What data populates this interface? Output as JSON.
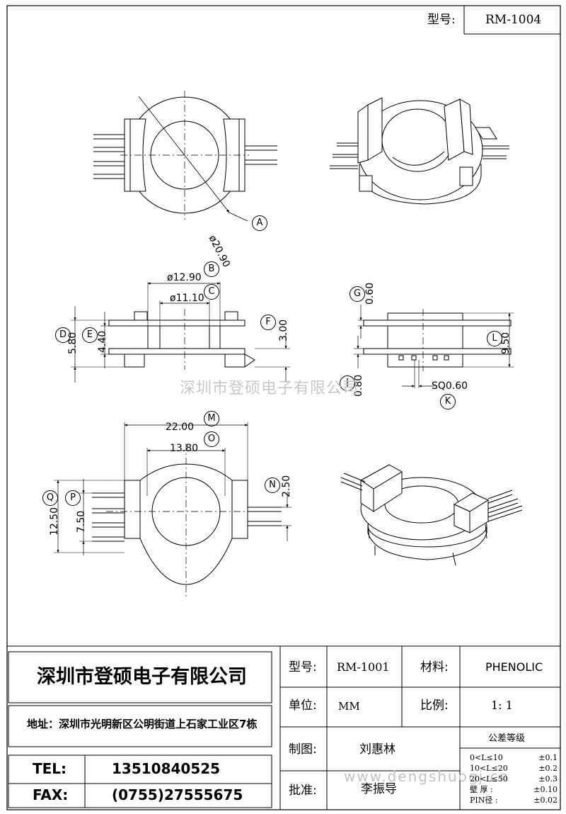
{
  "header": {
    "model_label": "型号:",
    "model_value": "RM-1004"
  },
  "dimensions": {
    "A": {
      "letter": "A",
      "value": "ø20.90"
    },
    "B": {
      "letter": "B",
      "value": "ø12.90"
    },
    "C": {
      "letter": "C",
      "value": "ø11.10"
    },
    "D": {
      "letter": "D",
      "value": "5.80"
    },
    "E": {
      "letter": "E",
      "value": "4.40"
    },
    "F": {
      "letter": "F",
      "value": "3.00"
    },
    "G": {
      "letter": "G",
      "value": "0.60"
    },
    "J": {
      "letter": "J",
      "value": "0.80"
    },
    "K": {
      "letter": "K",
      "value": "SQ0.60"
    },
    "L": {
      "letter": "L",
      "value": "9.50"
    },
    "M": {
      "letter": "M",
      "value": "22.00"
    },
    "N": {
      "letter": "N",
      "value": "2.50"
    },
    "O": {
      "letter": "O",
      "value": "13.80"
    },
    "P": {
      "letter": "P",
      "value": "7.50"
    },
    "Q": {
      "letter": "Q",
      "value": "12.50"
    }
  },
  "watermark": "深圳市登硕电子有限公司",
  "url_watermark": "www.dengshuogj.cn",
  "title_block": {
    "company": "深圳市登硕电子有限公司",
    "address": "地址：深圳市光明新区公明街道上石家工业区7栋",
    "tel_label": "TEL:",
    "tel_value": "13510840525",
    "fax_label": "FAX:",
    "fax_value": "(0755)27555675",
    "model_label": "型号:",
    "model_value": "RM-1001",
    "material_label": "材料:",
    "material_value": "PHENOLIC",
    "unit_label": "单位:",
    "unit_value": "MM",
    "scale_label": "比例:",
    "scale_value": "1: 1",
    "drawn_label": "制图:",
    "drawn_value": "刘惠林",
    "approved_label": "批准:",
    "approved_value": "李振导",
    "tolerance_title": "公差等级",
    "tolerance": [
      {
        "range": "0<L≤10",
        "value": "±0.1"
      },
      {
        "range": "10<L≤20",
        "value": "±0.2"
      },
      {
        "range": "20<L≤50",
        "value": "±0.3"
      },
      {
        "range": "壁 厚 :",
        "value": "±0.10"
      },
      {
        "range": "PIN径 :",
        "value": "±0.02"
      }
    ]
  }
}
